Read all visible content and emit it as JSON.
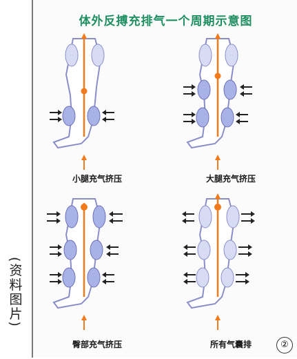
{
  "side_caption": "(资料图片)",
  "title": "体外反搏充排气一个周期示意图",
  "panels": [
    {
      "label": "小腿充气挤压"
    },
    {
      "label": "大腿充气挤压"
    },
    {
      "label": "臀部充气挤压"
    },
    {
      "label": "所有气囊排"
    }
  ],
  "badge": "②",
  "colors": {
    "title": "#1f8f62",
    "leg_outline": "#8a8ec8",
    "cuff": "#a9b2e6",
    "artery": "#f07a1c",
    "arrow": "#222222"
  }
}
